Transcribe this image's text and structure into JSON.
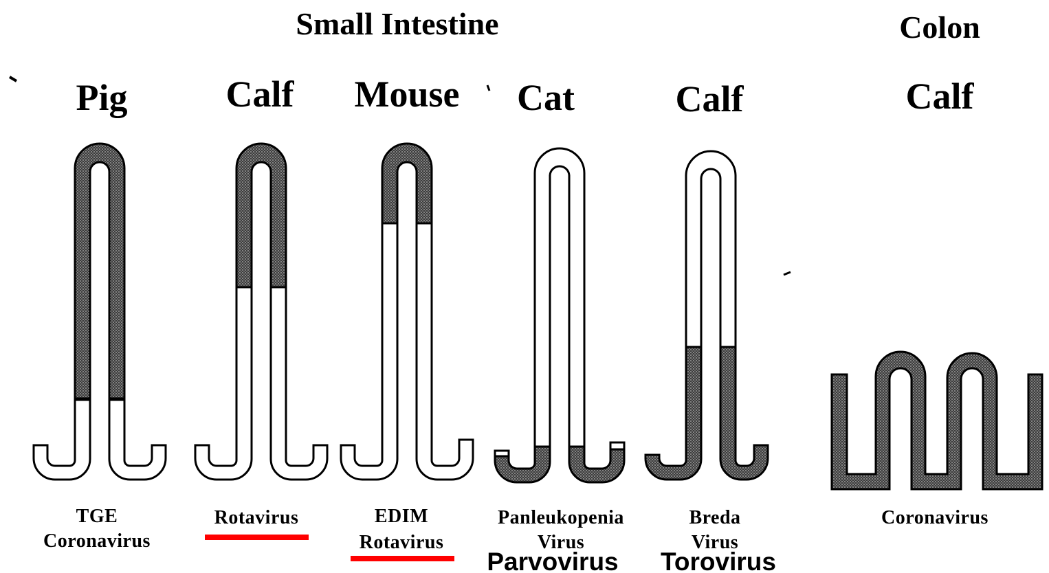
{
  "headings": {
    "small_intestine": "Small Intestine",
    "colon": "Colon"
  },
  "panels": [
    {
      "animal": "Pig",
      "label_line1": "TGE",
      "label_line2": "Coronavirus",
      "family": "",
      "underlined": false
    },
    {
      "animal": "Calf",
      "label_line1": "Rotavirus",
      "label_line2": "",
      "family": "",
      "underlined": true
    },
    {
      "animal": "Mouse",
      "label_line1": "EDIM",
      "label_line2": "Rotavirus",
      "family": "",
      "underlined": true
    },
    {
      "animal": "Cat",
      "label_line1": "Panleukopenia",
      "label_line2": "Virus",
      "family": "Parvovirus",
      "underlined": false
    },
    {
      "animal": "Calf",
      "label_line1": "Breda",
      "label_line2": "Virus",
      "family": "Torovirus",
      "underlined": false
    },
    {
      "animal": "Calf",
      "label_line1": "Coronavirus",
      "label_line2": "",
      "family": "",
      "underlined": false
    }
  ],
  "infection_extent": [
    {
      "region": "villus",
      "infected_fraction_from_tip": 0.8
    },
    {
      "region": "villus",
      "infected_fraction_from_tip": 0.45
    },
    {
      "region": "villus",
      "infected_fraction_from_tip": 0.25
    },
    {
      "region": "crypt",
      "infected_fraction_from_tip": 0.0
    },
    {
      "region": "crypt",
      "infected_fraction_from_tip": 0.0
    },
    {
      "region": "colon",
      "infected_fraction_from_tip": 1.0
    }
  ],
  "colors": {
    "infected_fill": "#4a4a4a",
    "healthy_fill": "#ffffff",
    "outline": "#000000",
    "underline": "#ff0000"
  }
}
